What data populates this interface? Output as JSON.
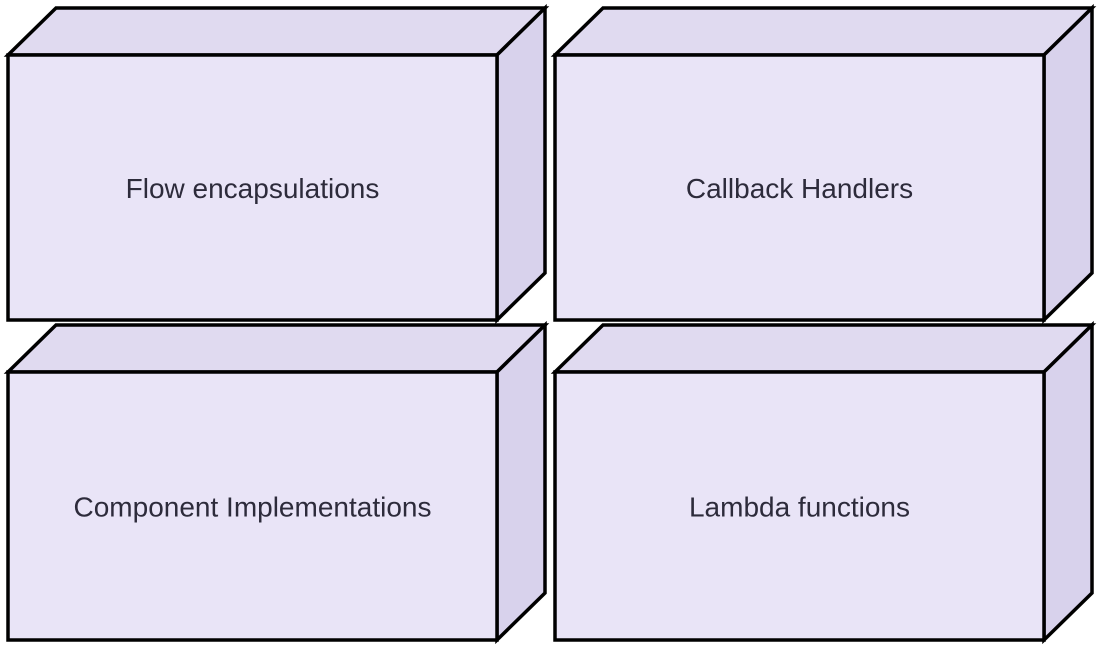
{
  "diagram": {
    "type": "block-diagram-3d-boxes",
    "background_color": "#ffffff",
    "outline_color": "#000000",
    "label_color": "#2d2b3b",
    "face_colors": {
      "front": "#e9e4f7",
      "top": "#e0daf0",
      "side": "#d8d2ec"
    },
    "nodes": [
      {
        "id": "flow-encapsulations",
        "label": "Flow encapsulations",
        "row": 0,
        "col": 0
      },
      {
        "id": "callback-handlers",
        "label": "Callback Handlers",
        "row": 0,
        "col": 1
      },
      {
        "id": "component-implementations",
        "label": "Component Implementations",
        "row": 1,
        "col": 0
      },
      {
        "id": "lambda-functions",
        "label": "Lambda functions",
        "row": 1,
        "col": 1
      }
    ]
  }
}
